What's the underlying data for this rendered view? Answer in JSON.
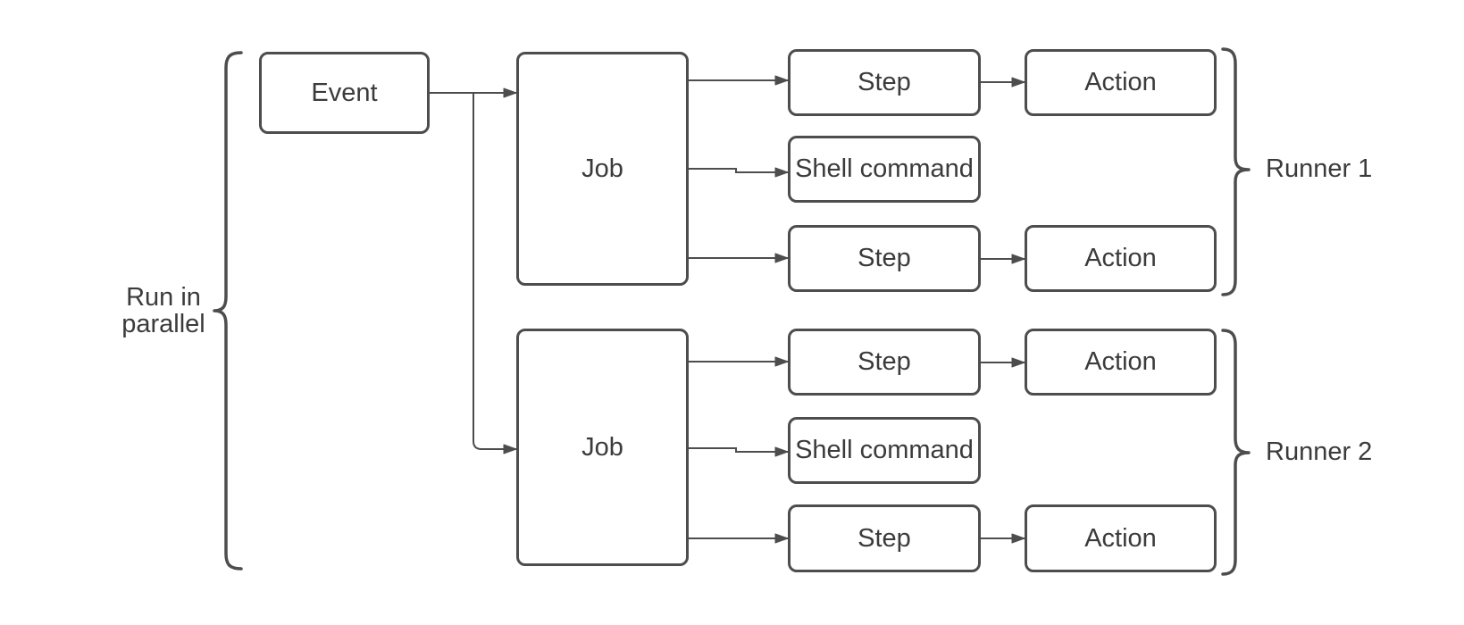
{
  "colors": {
    "stroke": "#4d4d4d",
    "text": "#3b3b3b",
    "node_fill": "#ffffff",
    "background": "#ffffff"
  },
  "nodes": {
    "event": "Event",
    "job1": "Job",
    "job2": "Job",
    "r1_step1": "Step",
    "r1_shell": "Shell command",
    "r1_step2": "Step",
    "r1_action1": "Action",
    "r1_action2": "Action",
    "r2_step1": "Step",
    "r2_shell": "Shell command",
    "r2_step2": "Step",
    "r2_action1": "Action",
    "r2_action2": "Action"
  },
  "annotations": {
    "left_brace_line1": "Run in",
    "left_brace_line2": "parallel",
    "runner1": "Runner 1",
    "runner2": "Runner 2"
  }
}
